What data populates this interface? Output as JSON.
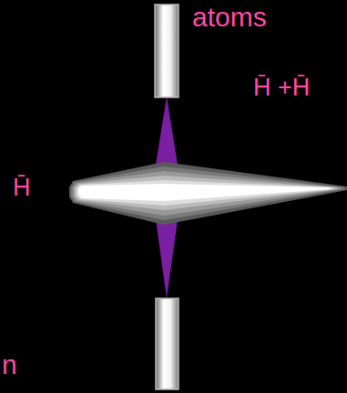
{
  "diagram": {
    "labels": [
      "atoms",
      "H̄ +H̄",
      "H̄",
      "n"
    ]
  }
}
